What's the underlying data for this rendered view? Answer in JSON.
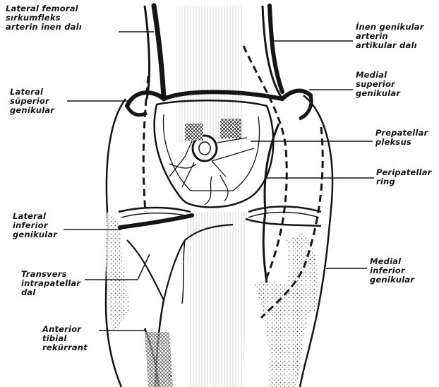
{
  "figure": {
    "background_color": "#ffffff",
    "ink_color": "#151515",
    "labels": {
      "lateral_femoral": [
        "Lateral femoral",
        "sırkumfleks",
        "arterin inen dalı"
      ],
      "inen_genikular": [
        "İnen genikular",
        "arterin",
        "artikular dalı"
      ],
      "lateral_superior": [
        "Lateral",
        "süperior",
        "genikular"
      ],
      "medial_superior": [
        "Medial",
        "superior",
        "genikular"
      ],
      "prepatellar": [
        "Prepatellar",
        "pleksus"
      ],
      "peripatellar": [
        "Peripatellar",
        "ring"
      ],
      "lateral_inferior": [
        "Lateral",
        "inferior",
        "genikular"
      ],
      "transvers": [
        "Transvers",
        "intrapatellar",
        "dal"
      ],
      "medial_inferior": [
        "Medial",
        "inferior",
        "genikular"
      ],
      "anterior_tibial": [
        "Anterior",
        "tibial",
        "rekürrant"
      ]
    }
  }
}
